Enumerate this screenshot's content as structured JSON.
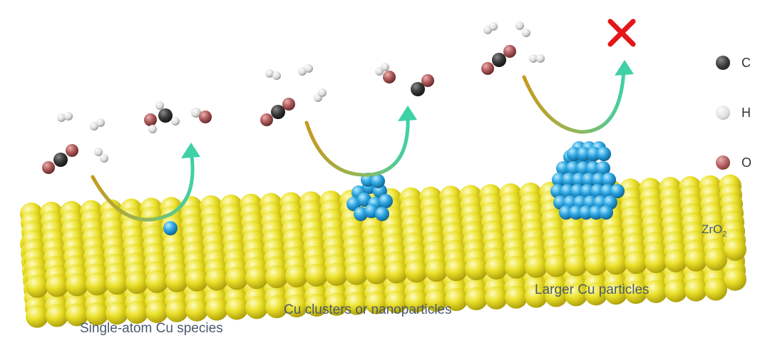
{
  "captions": {
    "single_atom": "Single-atom Cu species",
    "clusters": "Cu clusters or nanoparticles",
    "large": "Larger Cu particles"
  },
  "support": {
    "label_main": "ZrO",
    "label_sub": "2"
  },
  "legend": [
    {
      "symbol": "C",
      "color": "#3a3a3a"
    },
    {
      "symbol": "H",
      "color": "#e8e8e8"
    },
    {
      "symbol": "O",
      "color": "#b05a5a"
    }
  ],
  "colors": {
    "support_sphere": "#e6df2a",
    "cu_sphere": "#2aa3e0",
    "carbon": "#3a3a3a",
    "hydrogen": "#e8e8e8",
    "oxygen": "#b05a5a",
    "arrow_start": "#c79a1e",
    "arrow_end": "#3fd0a6",
    "block_mark": "#e4161b"
  },
  "icons": {
    "blocked": "red-x-icon"
  }
}
